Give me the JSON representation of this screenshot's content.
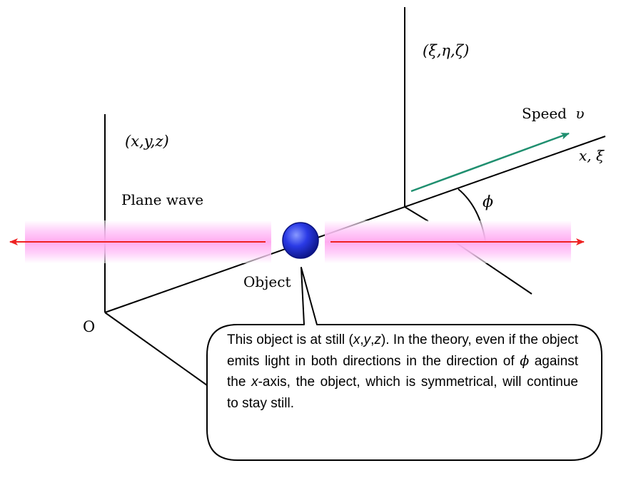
{
  "labels": {
    "frame_origin": "O",
    "frame_xyz": "(x,y,z)",
    "frame_moving": "(ξ,η,ζ)",
    "axis_x_xi": "x, ξ",
    "speed": "Speed",
    "speed_symbol": "υ",
    "angle": "ϕ",
    "plane_wave": "Plane wave",
    "object": "Object"
  },
  "callout": {
    "p1": "This object is at still (",
    "p1_i1": "x",
    "p1_c1": ",",
    "p1_i2": "y",
    "p1_c2": ",",
    "p1_i3": "z",
    "p1_end": "). In the theory, even if the object emits light in both directions in the direction of ",
    "phi": "ϕ",
    "p2": " against the ",
    "p2_i": "x",
    "p2_end": "-axis, the object, which is symmetrical, will continue to stay still."
  },
  "colors": {
    "wave_band": "#ff33dd",
    "wave_arrow": "#ee2222",
    "speed_arrow": "#1f8f6f",
    "object_fill": "#2233dd",
    "lines": "#000000"
  },
  "icons": {
    "object": "blue-sphere",
    "wave": "magenta-striped-band"
  }
}
